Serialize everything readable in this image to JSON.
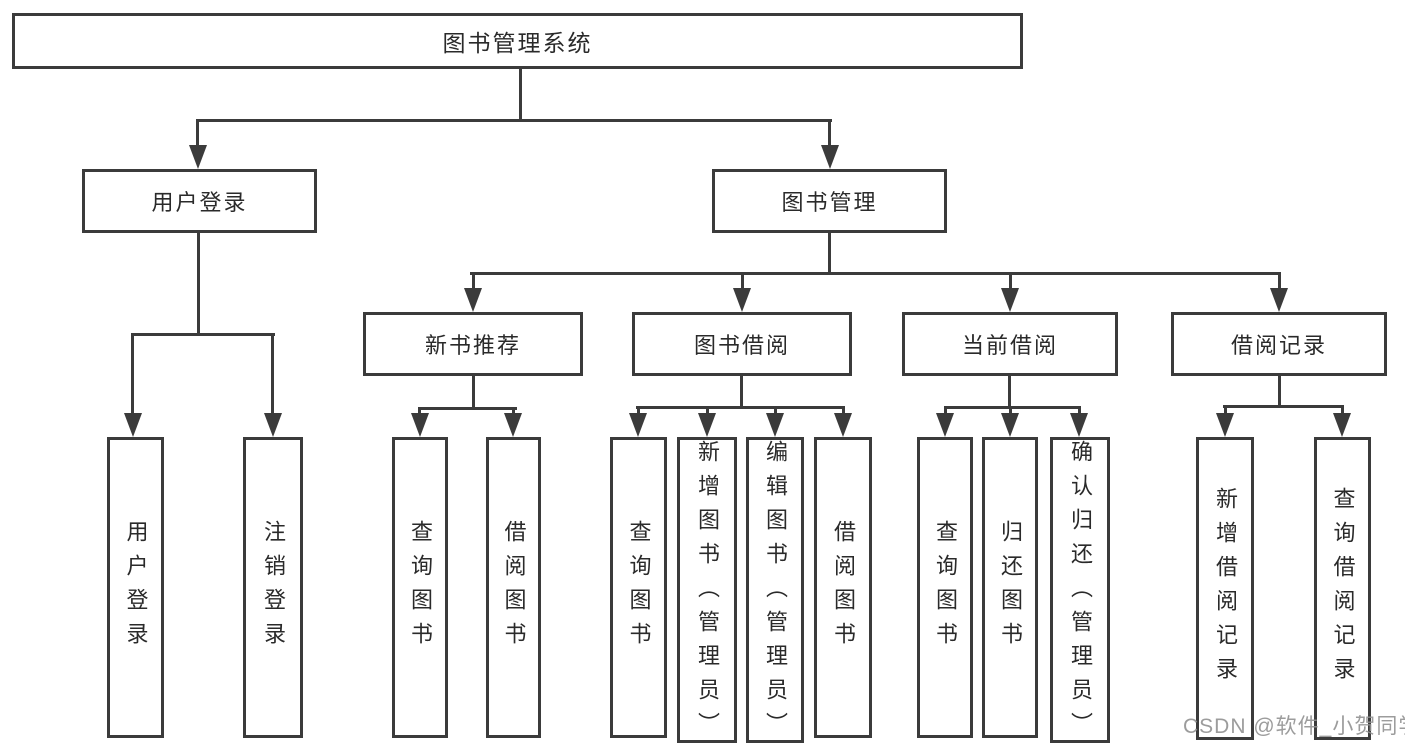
{
  "tree": {
    "label": "图书管理系统",
    "children": [
      {
        "label": "用户登录",
        "children": [
          {
            "label": "用户登录"
          },
          {
            "label": "注销登录"
          }
        ]
      },
      {
        "label": "图书管理",
        "children": [
          {
            "label": "新书推荐",
            "children": [
              {
                "label": "查询图书"
              },
              {
                "label": "借阅图书"
              }
            ]
          },
          {
            "label": "图书借阅",
            "children": [
              {
                "label": "查询图书"
              },
              {
                "label": "新增图书（管理员）"
              },
              {
                "label": "编辑图书（管理员）"
              },
              {
                "label": "借阅图书"
              }
            ]
          },
          {
            "label": "当前借阅",
            "children": [
              {
                "label": "查询图书"
              },
              {
                "label": "归还图书"
              },
              {
                "label": "确认归还（管理员）"
              }
            ]
          },
          {
            "label": "借阅记录",
            "children": [
              {
                "label": "新增借阅记录"
              },
              {
                "label": "查询借阅记录"
              }
            ]
          }
        ]
      }
    ]
  },
  "watermark": "CSDN @软件_小贺同学",
  "colors": {
    "line": "#3b3b3b",
    "text": "#2a2a2a",
    "watermark": "#919191",
    "background": "#ffffff"
  }
}
